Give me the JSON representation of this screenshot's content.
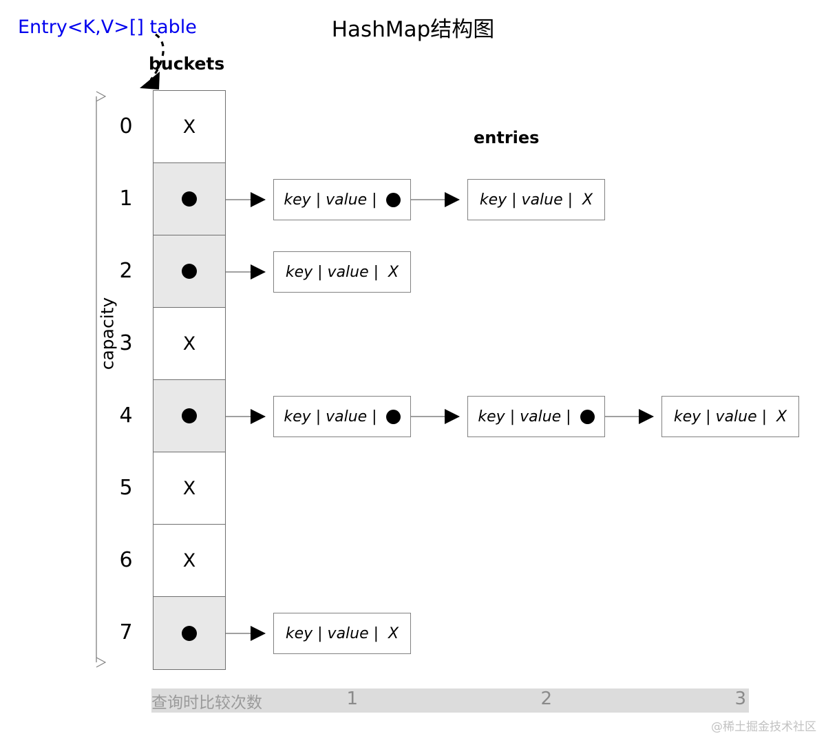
{
  "title": "HashMap结构图",
  "labels": {
    "table_label": "Entry<K,V>[] table",
    "buckets": "buckets",
    "entries": "entries",
    "capacity": "capacity"
  },
  "colors": {
    "table_label_color": "#0000ee",
    "filled_cell_bg": "#e8e8e8",
    "empty_cell_bg": "#ffffff",
    "cell_border": "#6e6e6e",
    "entry_border": "#808080",
    "arrow": "#000000",
    "stats_bar_bg": "#dcdcdc",
    "stats_text": "#8a8a8a",
    "watermark": "#c2c2c2"
  },
  "bucket_array": {
    "indices": [
      "0",
      "1",
      "2",
      "3",
      "4",
      "5",
      "6",
      "7"
    ],
    "null_glyph": "X",
    "cells": [
      {
        "index": "0",
        "state": "empty",
        "glyph": "X",
        "chain_length": 0
      },
      {
        "index": "1",
        "state": "filled",
        "glyph": "dot",
        "chain_length": 2
      },
      {
        "index": "2",
        "state": "filled",
        "glyph": "dot",
        "chain_length": 1
      },
      {
        "index": "3",
        "state": "empty",
        "glyph": "X",
        "chain_length": 0
      },
      {
        "index": "4",
        "state": "filled",
        "glyph": "dot",
        "chain_length": 3
      },
      {
        "index": "5",
        "state": "empty",
        "glyph": "X",
        "chain_length": 0
      },
      {
        "index": "6",
        "state": "empty",
        "glyph": "X",
        "chain_length": 0
      },
      {
        "index": "7",
        "state": "filled",
        "glyph": "dot",
        "chain_length": 1
      }
    ]
  },
  "entry_template": {
    "key": "key",
    "sep": " | ",
    "value": "value",
    "next_null": "X",
    "text_with_next": "key | value | ",
    "text_with_null": "key | value | "
  },
  "chains": [
    {
      "bucket": "1",
      "entries": [
        {
          "key": "key",
          "value": "value",
          "next": "dot"
        },
        {
          "key": "key",
          "value": "value",
          "next": "X"
        }
      ]
    },
    {
      "bucket": "2",
      "entries": [
        {
          "key": "key",
          "value": "value",
          "next": "X"
        }
      ]
    },
    {
      "bucket": "4",
      "entries": [
        {
          "key": "key",
          "value": "value",
          "next": "dot"
        },
        {
          "key": "key",
          "value": "value",
          "next": "dot"
        },
        {
          "key": "key",
          "value": "value",
          "next": "X"
        }
      ]
    },
    {
      "bucket": "7",
      "entries": [
        {
          "key": "key",
          "value": "value",
          "next": "X"
        }
      ]
    }
  ],
  "stats": {
    "label": "查询时比较次数",
    "values": [
      "1",
      "2",
      "3"
    ]
  },
  "watermark": "@稀土掘金技术社区"
}
